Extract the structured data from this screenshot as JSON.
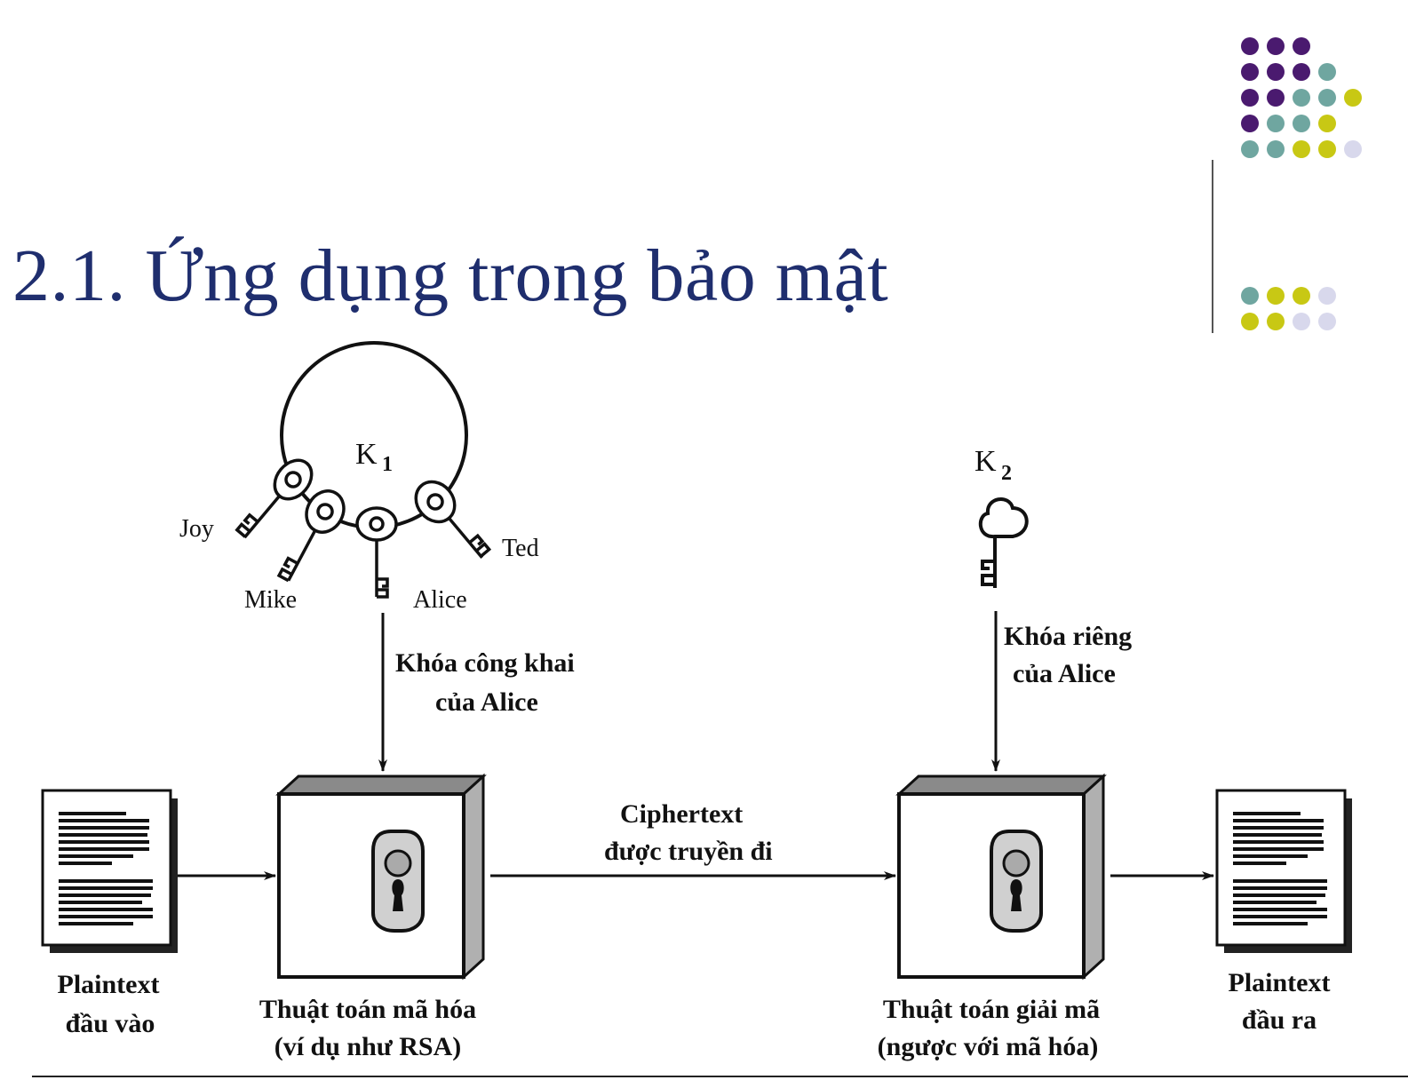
{
  "title": "2.1. Ứng dụng trong bảo mật",
  "decoration": {
    "colors": {
      "purple": "#4a1a6f",
      "teal": "#6fa6a0",
      "lime": "#c8c814",
      "lavender": "#d8d8ec"
    }
  },
  "diagram": {
    "public_key": {
      "name": "K",
      "subscript": "1"
    },
    "private_key": {
      "name": "K",
      "subscript": "2"
    },
    "key_owners": [
      "Joy",
      "Mike",
      "Alice",
      "Ted"
    ],
    "public_key_label": [
      "Khóa công khai",
      "của Alice"
    ],
    "private_key_label": [
      "Khóa riêng",
      "của Alice"
    ],
    "ciphertext_label": [
      "Ciphertext",
      "được truyền đi"
    ],
    "plaintext_in": [
      "Plaintext",
      "đầu vào"
    ],
    "plaintext_out": [
      "Plaintext",
      "đầu ra"
    ],
    "encrypt_label": [
      "Thuật toán mã hóa",
      "(ví dụ như RSA)"
    ],
    "decrypt_label": [
      "Thuật toán giải mã",
      "(ngược với mã hóa)"
    ]
  }
}
